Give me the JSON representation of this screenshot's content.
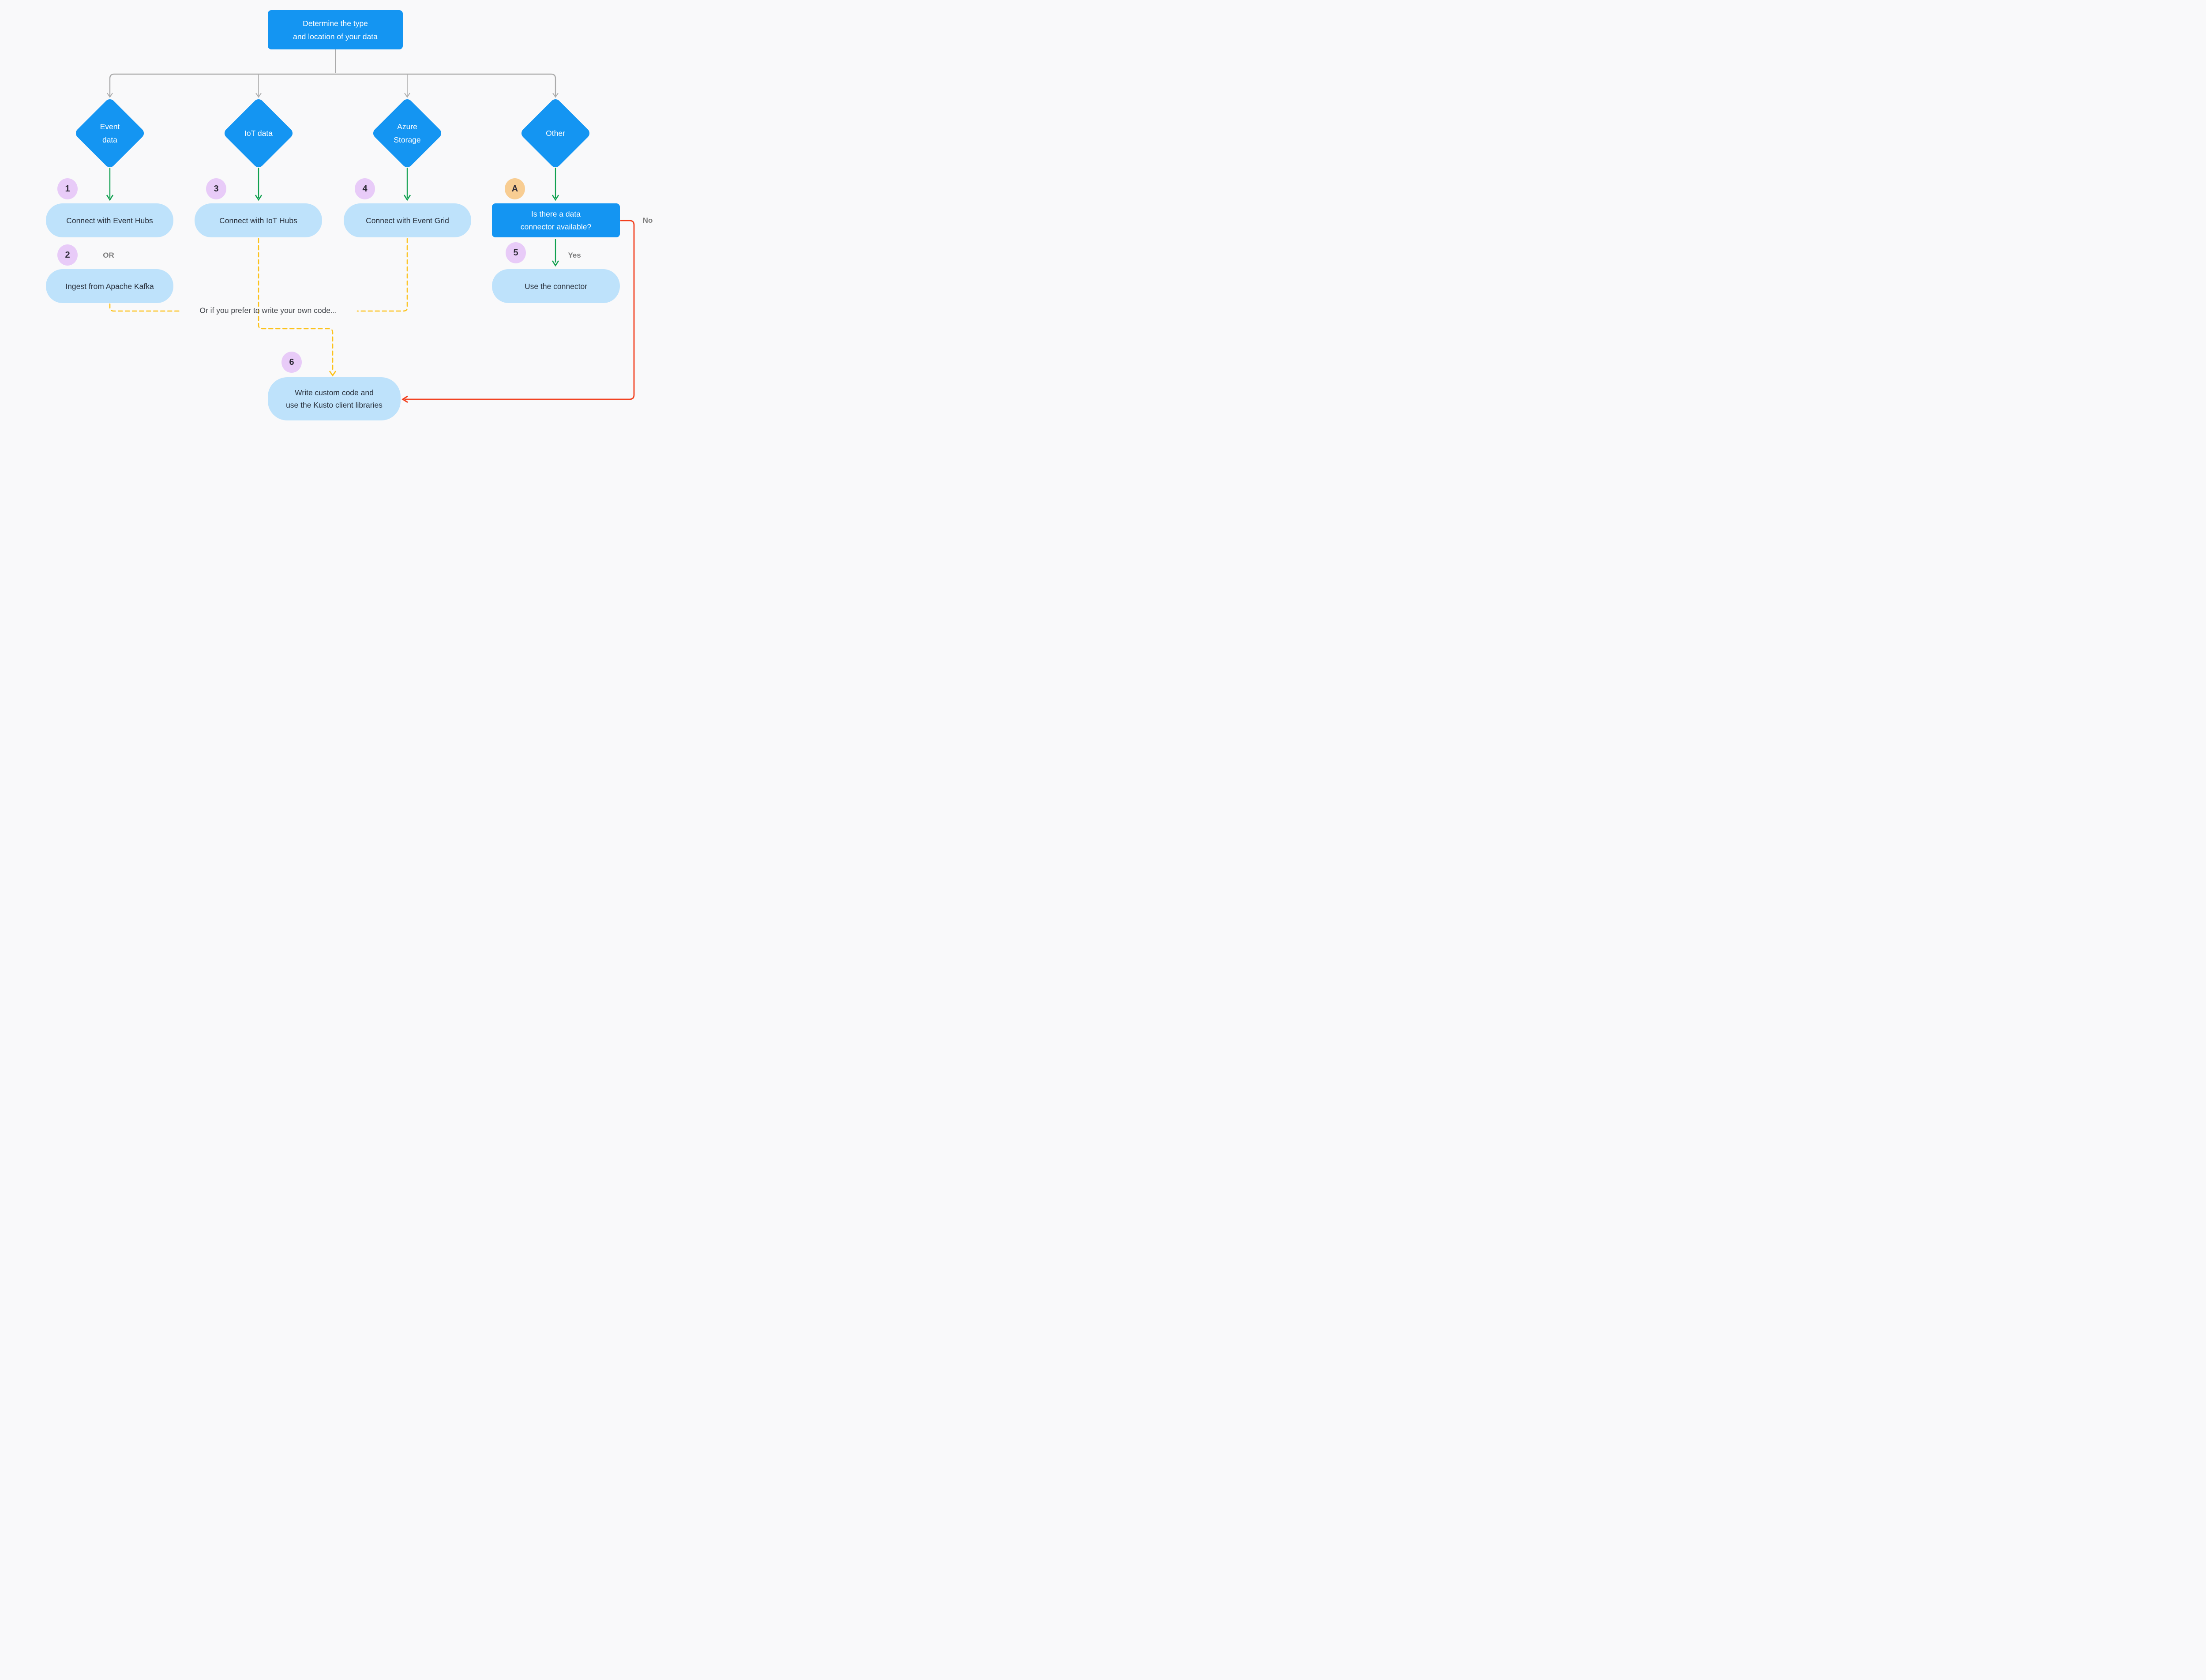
{
  "colors": {
    "background": "#F9F9FA",
    "node_blue": "#1495F2",
    "pill_blue": "#BEE2FB",
    "pill_text": "#2A323E",
    "badge_purple": "#E8CBF8",
    "badge_orange": "#F8CD92",
    "green_arrow": "#12A150",
    "yellow_dashed": "#FCC21B",
    "red_arrow": "#F23F1D",
    "gray_connector": "#ABABAB",
    "gray_label": "#7D7D7D"
  },
  "root": {
    "line1": "Determine the type",
    "line2": "and location of your data"
  },
  "diamonds": {
    "event": {
      "line1": "Event",
      "line2": "data"
    },
    "iot": {
      "line1": "IoT data"
    },
    "azure": {
      "line1": "Azure",
      "line2": "Storage"
    },
    "other": {
      "line1": "Other"
    }
  },
  "badges": {
    "b1": "1",
    "b2": "2",
    "b3": "3",
    "b4": "4",
    "b5": "5",
    "b6": "6",
    "bA": "A"
  },
  "pills": {
    "event_hubs": "Connect with Event Hubs",
    "iot_hubs": "Connect with IoT Hubs",
    "event_grid": "Connect with Event Grid",
    "kafka": "Ingest from Apache Kafka",
    "use_connector": "Use the connector",
    "custom_code_line1": "Write custom code and",
    "custom_code_line2": "use the Kusto client libraries"
  },
  "decision": {
    "line1": "Is there a data",
    "line2": "connector available?"
  },
  "labels": {
    "or": "OR",
    "yes": "Yes",
    "no": "No",
    "alt": "Or if you prefer to write your own code..."
  }
}
